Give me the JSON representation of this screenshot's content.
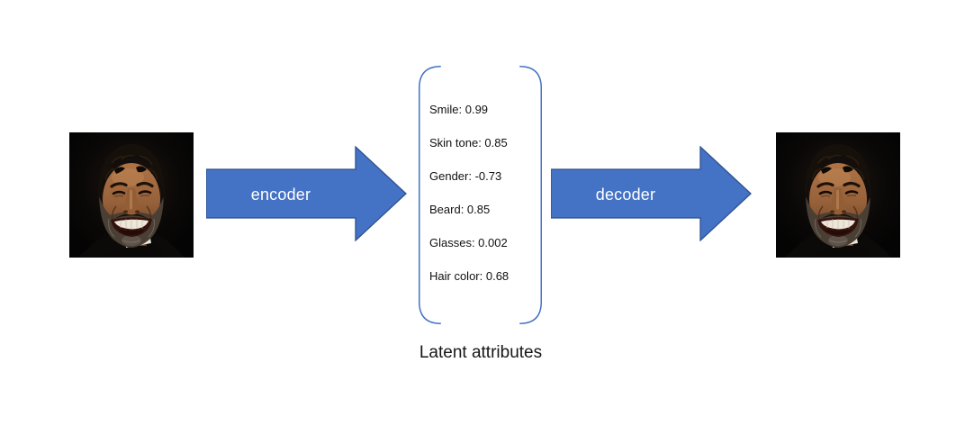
{
  "diagram": {
    "input_image": {
      "alt": "photo of a laughing bearded man on black background"
    },
    "output_image": {
      "alt": "reconstructed photo of a laughing bearded man on black background"
    },
    "encoder": {
      "label": "encoder"
    },
    "decoder": {
      "label": "decoder"
    },
    "latent": {
      "caption": "Latent attributes",
      "attributes": [
        {
          "name": "Smile",
          "value": "0.99",
          "text": "Smile: 0.99"
        },
        {
          "name": "Skin tone",
          "value": "0.85",
          "text": "Skin tone: 0.85"
        },
        {
          "name": "Gender",
          "value": "-0.73",
          "text": "Gender: -0.73"
        },
        {
          "name": "Beard",
          "value": "0.85",
          "text": "Beard: 0.85"
        },
        {
          "name": "Glasses",
          "value": "0.002",
          "text": "Glasses: 0.002"
        },
        {
          "name": "Hair color",
          "value": "0.68",
          "text": "Hair color: 0.68"
        }
      ]
    },
    "colors": {
      "arrow_fill": "#4472C4",
      "arrow_outline": "#2F528F",
      "arrow_text": "#FFFFFF",
      "bracket_stroke": "#4472C4",
      "text": "#000000",
      "background": "#FFFFFF"
    }
  }
}
